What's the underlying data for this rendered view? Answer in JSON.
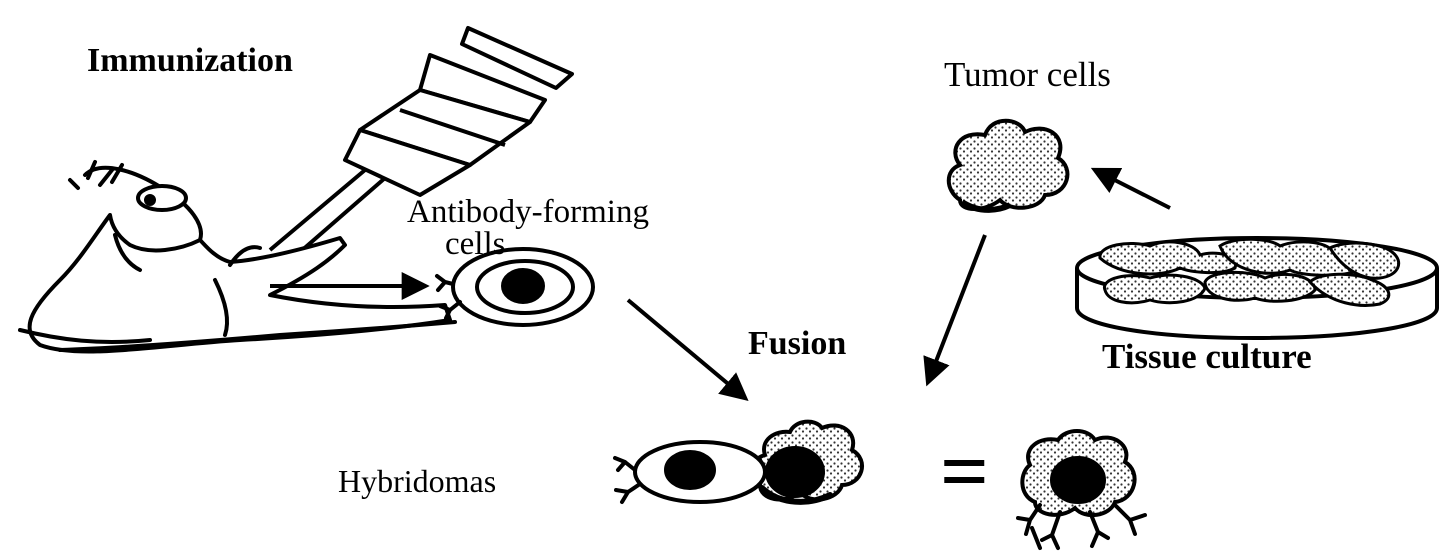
{
  "labels": {
    "immunization": "Immunization",
    "antibody_forming_line1": "Antibody-forming",
    "antibody_forming_line2": "cells",
    "tumor_cells": "Tumor cells",
    "fusion": "Fusion",
    "tissue_culture": "Tissue culture",
    "hybridomas": "Hybridomas"
  },
  "symbols": {
    "equals": "="
  },
  "icons": [
    "mouse-icon",
    "syringe-icon",
    "antibody-cell-icon",
    "tumor-cell-icon",
    "petri-dish-icon",
    "hybridoma-icon"
  ]
}
